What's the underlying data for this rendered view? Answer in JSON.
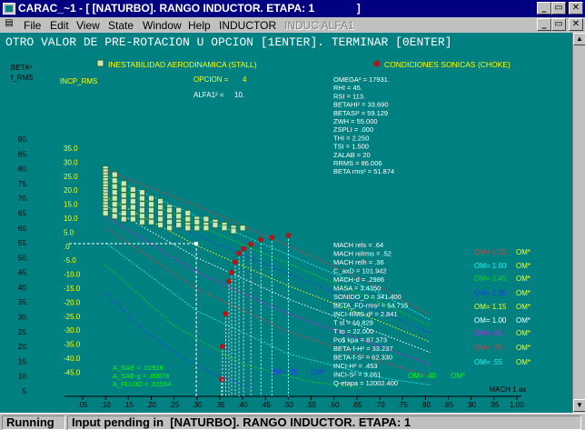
{
  "window": {
    "title": "CARAC_~1 - [ [NATURBO]. RANGO INDUCTOR. ETAPA: 1              ]",
    "controls": {
      "minimize": "_",
      "restore": "▭",
      "close": "✕"
    },
    "mdi_controls": {
      "minimize": "_",
      "restore": "▭",
      "close": "✕"
    }
  },
  "menu": [
    {
      "label": "File",
      "enabled": true
    },
    {
      "label": "Edit",
      "enabled": true
    },
    {
      "label": "View",
      "enabled": true
    },
    {
      "label": "State",
      "enabled": true
    },
    {
      "label": "Window",
      "enabled": true
    },
    {
      "label": "Help",
      "enabled": true
    },
    {
      "label": "INDUCTOR",
      "enabled": true
    },
    {
      "label": "INDUC ALFA1",
      "enabled": false
    }
  ],
  "prompt": "OTRO VALOR DE PRE-ROTACION U OPCION [1ENTER]. TERMINAR [0ENTER]",
  "status": {
    "state": "Running",
    "message": "Input pending in  [NATURBO]. RANGO INDUCTOR. ETAPA: 1"
  },
  "colors": {
    "background": "#008080",
    "accent": "#000080",
    "stall": "#c8e8b8",
    "choke": "#b01818",
    "text_yellow": "#ffff00",
    "text_white": "#ffffff",
    "text_green": "#00ff00",
    "text_red": "#ff3030",
    "text_cyan": "#00ffff",
    "text_magenta": "#ff00ff"
  },
  "chart_data": {
    "type": "line",
    "y_axis_beta": {
      "label": "BETA²",
      "ticks": [
        90,
        85,
        80,
        75,
        70,
        65,
        60,
        55,
        50,
        45,
        40,
        35,
        30,
        25,
        20,
        15,
        10,
        5
      ]
    },
    "y_axis_frms": {
      "label": "f_RMS"
    },
    "y_axis_incp": {
      "label": "INCP_RMS",
      "ticks": [
        "35.0",
        "30.0",
        "25.0",
        "20.0",
        "15.0",
        "10.0",
        "5.0",
        ".0",
        "-5.0",
        "-10.0",
        "-15.0",
        "-20.0",
        "-25.0",
        "-30.0",
        "-35.0",
        "-40.0",
        "-45.0"
      ]
    },
    "x_axis": {
      "label": "MACH 1 ax",
      "ticks": [
        ".05",
        ".10",
        ".15",
        ".20",
        ".25",
        ".30",
        ".35",
        ".40",
        ".45",
        ".50",
        ".55",
        ".60",
        ".65",
        ".70",
        ".75",
        ".80",
        ".85",
        ".90",
        ".95",
        "1.00"
      ],
      "xlim": [
        0.0,
        1.0
      ]
    },
    "legend": [
      {
        "label": "INESTABILIDAD AERODINAMICA (STALL)",
        "marker": "square",
        "color": "#c8e8b8",
        "placement": "top-left"
      },
      {
        "label": "CONDICIONES SONICAS (CHOKE)",
        "marker": "circle",
        "color": "#b01818",
        "placement": "top-right"
      }
    ],
    "options": {
      "opcion_label": "OPCION =",
      "opcion_value": "4",
      "alfa_label": "ALFA1² =",
      "alfa_value": "10."
    },
    "parameters": [
      {
        "label": "OMEGA² =",
        "value": "17931."
      },
      {
        "label": "RHI =",
        "value": "45."
      },
      {
        "label": "RSI =",
        "value": "113."
      },
      {
        "label": "BETAHI² =",
        "value": "33.690"
      },
      {
        "label": "BETASI² =",
        "value": "59.129"
      },
      {
        "label": "ZWH =",
        "value": "55.000"
      },
      {
        "label": "ZSPLI =",
        "value": ".000"
      },
      {
        "label": "THI =",
        "value": "2.250"
      },
      {
        "label": "TSI =",
        "value": "1.500"
      },
      {
        "label": "ZALAB =",
        "value": "20"
      },
      {
        "label": "RRMS =",
        "value": "86.006"
      },
      {
        "label": "BETA rms² =",
        "value": "51.874"
      }
    ],
    "mach_readouts": [
      {
        "label": "MACH rels =",
        "value": ".64"
      },
      {
        "label": "MACH relrms =",
        "value": ".52"
      },
      {
        "label": "MACH relh =",
        "value": ".36"
      },
      {
        "label": "C_axD =",
        "value": "101.942"
      },
      {
        "label": "MACH-d =",
        "value": ".2986"
      },
      {
        "label": "MASA =",
        "value": "3.4350"
      },
      {
        "label": "SONIDO_D =",
        "value": "341.400"
      },
      {
        "label": "BETA_FD-rms² =",
        "value": "54.715"
      },
      {
        "label": "INCI-RMS-d² =",
        "value": "2.841"
      },
      {
        "label": "T st =",
        "value": "16.829"
      },
      {
        "label": "T to =",
        "value": "22.000"
      },
      {
        "label": "Po$ kpa =",
        "value": "87.373"
      },
      {
        "label": "BETA-f-H² =",
        "value": "33.237"
      },
      {
        "label": "BETA-f-S² =",
        "value": "62.330"
      },
      {
        "label": "INCI-H² =",
        "value": ".453"
      },
      {
        "label": "INCI-S² =",
        "value": "3.261"
      },
      {
        "label": "Q-etapa =",
        "value": "12002.400"
      }
    ],
    "areas": [
      {
        "label": "A_SAE =",
        "value": ".01918"
      },
      {
        "label": "A_SAE-g =",
        "value": ".00878"
      },
      {
        "label": "A_FLUJO =",
        "value": ".01554"
      }
    ],
    "series": [
      {
        "name": "OM= 1.75",
        "om": 1.75,
        "color": "#ff3030",
        "x": [
          0.1,
          0.3,
          0.5,
          0.7,
          0.81
        ],
        "y": [
          79.5,
          67.5,
          54.0,
          40.0,
          30.5
        ]
      },
      {
        "name": "OM= 1.60",
        "om": 1.6,
        "color": "#00ffff",
        "x": [
          0.1,
          0.3,
          0.5,
          0.7,
          0.81
        ],
        "y": [
          77.5,
          64.0,
          51.0,
          38.0,
          29.0
        ]
      },
      {
        "name": "OM= 1.45",
        "om": 1.45,
        "color": "#00e000",
        "x": [
          0.1,
          0.3,
          0.5,
          0.7,
          0.81
        ],
        "y": [
          75.5,
          61.0,
          48.0,
          35.0,
          27.0
        ]
      },
      {
        "name": "OM= 1.30",
        "om": 1.3,
        "color": "#3030ff",
        "x": [
          0.1,
          0.3,
          0.5,
          0.7,
          0.81
        ],
        "y": [
          73.0,
          57.5,
          44.5,
          32.0,
          24.5
        ]
      },
      {
        "name": "OM= 1.15",
        "om": 1.15,
        "color": "#ffff00",
        "x": [
          0.1,
          0.3,
          0.5,
          0.7,
          0.81
        ],
        "y": [
          70.5,
          54.0,
          40.5,
          28.5,
          21.5
        ]
      },
      {
        "name": "OM= 1.00",
        "om": 1.0,
        "color": "#ffffff",
        "x": [
          0.1,
          0.3,
          0.5,
          0.7,
          0.81
        ],
        "y": [
          67.5,
          50.0,
          36.0,
          24.5,
          18.0
        ]
      },
      {
        "name": "OM= .85",
        "om": 0.85,
        "color": "#ff00ff",
        "x": [
          0.1,
          0.3,
          0.5,
          0.7,
          0.81
        ],
        "y": [
          64.0,
          45.0,
          31.0,
          20.0,
          14.0
        ]
      },
      {
        "name": "OM= .70",
        "om": 0.7,
        "color": "#ff3030",
        "x": [
          0.1,
          0.3,
          0.5,
          0.7,
          0.81
        ],
        "y": [
          60.0,
          39.5,
          25.0,
          15.0,
          10.0
        ]
      },
      {
        "name": "OM= .55",
        "om": 0.55,
        "color": "#00ffff",
        "x": [
          0.1,
          0.3,
          0.5,
          0.7,
          0.81
        ],
        "y": [
          55.0,
          32.0,
          17.5,
          9.5,
          7.0
        ]
      },
      {
        "name": "OM= .40",
        "om": 0.4,
        "color": "#00e000",
        "x": [
          0.1,
          0.25,
          0.4,
          0.55,
          0.66
        ],
        "y": [
          47.5,
          27.0,
          14.0,
          8.0,
          6.0
        ]
      },
      {
        "name": "OM= .25",
        "om": 0.25,
        "color": "#3030ff",
        "x": [
          0.1,
          0.18,
          0.26,
          0.34,
          0.42
        ],
        "y": [
          38.0,
          26.0,
          17.0,
          10.5,
          6.0
        ]
      }
    ],
    "stall_points": [
      {
        "x": 0.1,
        "y": [
          80,
          79,
          78,
          77,
          76,
          75,
          74,
          73,
          72,
          71,
          70,
          69,
          68,
          67,
          66,
          65
        ]
      },
      {
        "x": 0.12,
        "y": [
          78,
          76,
          74,
          72,
          70,
          68,
          66,
          64
        ]
      },
      {
        "x": 0.14,
        "y": [
          75,
          73,
          71,
          69,
          67,
          65,
          63
        ]
      },
      {
        "x": 0.16,
        "y": [
          73,
          71,
          69,
          67,
          65,
          63
        ]
      },
      {
        "x": 0.18,
        "y": [
          72,
          70,
          68,
          66,
          64,
          62
        ]
      },
      {
        "x": 0.2,
        "y": [
          70,
          68,
          66,
          64,
          62
        ]
      },
      {
        "x": 0.22,
        "y": [
          69,
          67,
          65,
          63,
          61
        ]
      },
      {
        "x": 0.24,
        "y": [
          67,
          66,
          64,
          62,
          60
        ]
      },
      {
        "x": 0.26,
        "y": [
          66,
          64,
          62,
          61
        ]
      },
      {
        "x": 0.28,
        "y": [
          65,
          63,
          61,
          60
        ]
      },
      {
        "x": 0.3,
        "y": [
          63,
          62,
          60
        ]
      },
      {
        "x": 0.32,
        "y": [
          63,
          61,
          60
        ]
      },
      {
        "x": 0.34,
        "y": [
          62,
          61
        ]
      },
      {
        "x": 0.36,
        "y": [
          61,
          60
        ]
      },
      {
        "x": 0.38,
        "y": [
          60,
          59
        ]
      },
      {
        "x": 0.4,
        "y": [
          60
        ]
      }
    ],
    "choke_points": [
      {
        "x": 0.354,
        "y": 8.9
      },
      {
        "x": 0.356,
        "y": 20.0
      },
      {
        "x": 0.363,
        "y": 31.0
      },
      {
        "x": 0.37,
        "y": 42.0
      },
      {
        "x": 0.376,
        "y": 45.0
      },
      {
        "x": 0.384,
        "y": 48.5
      },
      {
        "x": 0.392,
        "y": 51.5
      },
      {
        "x": 0.402,
        "y": 53.0
      },
      {
        "x": 0.418,
        "y": 54.5
      },
      {
        "x": 0.44,
        "y": 56.0
      },
      {
        "x": 0.464,
        "y": 56.8
      },
      {
        "x": 0.5,
        "y": 57.5
      }
    ],
    "design_point": {
      "x": 0.2986,
      "y": 54.715
    }
  }
}
